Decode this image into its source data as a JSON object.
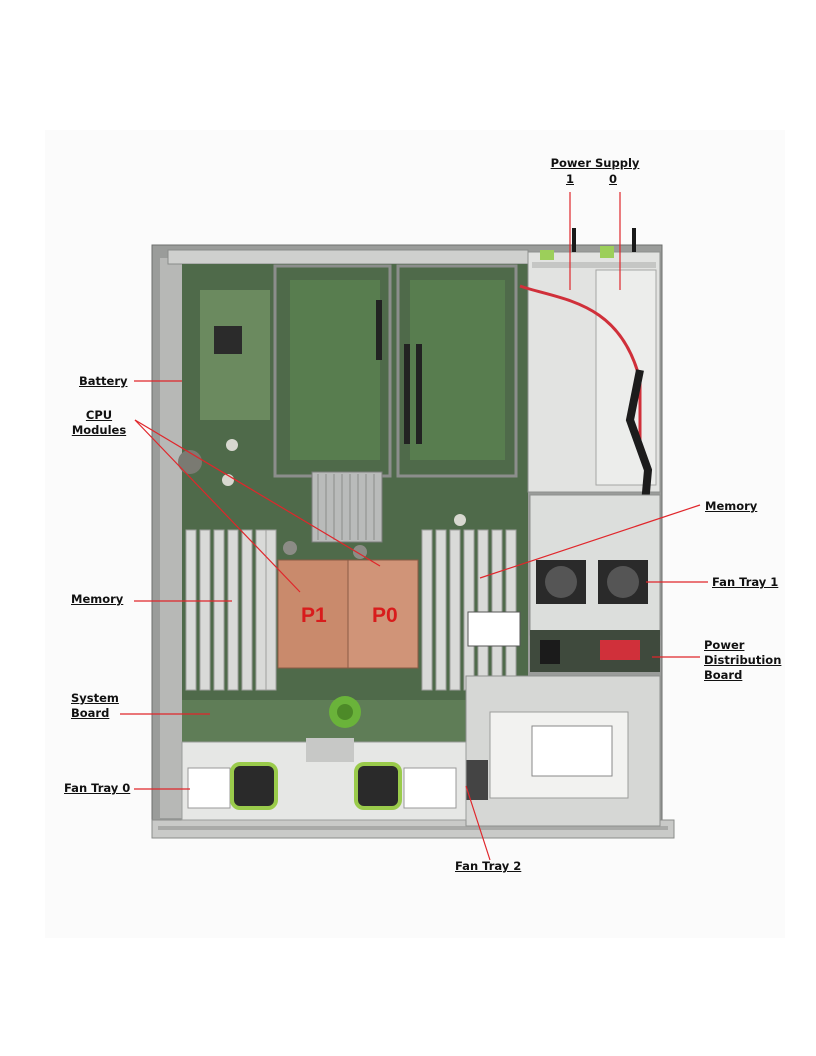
{
  "labels": {
    "power_supply_title": "Power Supply",
    "power_supply_1": "1",
    "power_supply_0": "0",
    "battery": "Battery",
    "cpu_modules_line1": "CPU",
    "cpu_modules_line2": "Modules",
    "memory_left": "Memory",
    "memory_right": "Memory",
    "fan_tray_1": "Fan Tray 1",
    "power_distribution_line1": "Power",
    "power_distribution_line2": "Distribution",
    "power_distribution_line3": "Board",
    "system_board_line1": "System",
    "system_board_line2": "Board",
    "fan_tray_0": "Fan Tray 0",
    "fan_tray_2": "Fan Tray 2"
  },
  "processors": {
    "p1": "P1",
    "p0": "P0"
  },
  "colors": {
    "leader_line": "#e0262b",
    "processor_label": "#d81c1c",
    "heatsink_copper": "#c98a6c",
    "board_green": "#4f6a4a"
  }
}
